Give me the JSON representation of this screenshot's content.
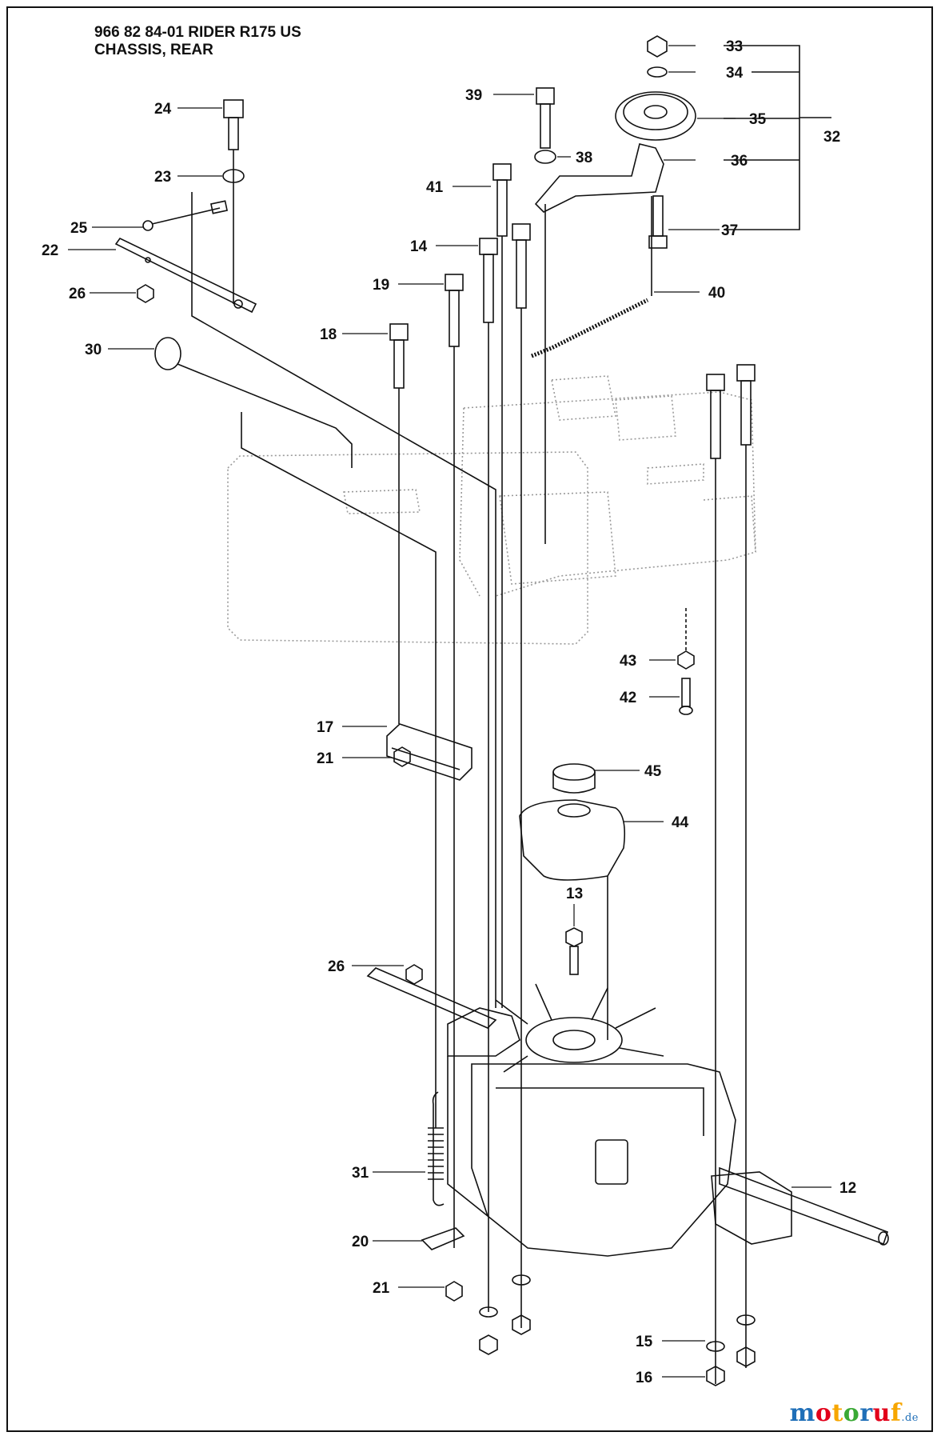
{
  "header": {
    "line1": "966 82 84-01 RIDER R175 US",
    "line2": "CHASSIS, REAR"
  },
  "callouts": [
    "33",
    "34",
    "35",
    "36",
    "37",
    "32",
    "39",
    "38",
    "41",
    "14",
    "19",
    "40",
    "24",
    "23",
    "25",
    "22",
    "26",
    "30",
    "18",
    "43",
    "42",
    "17",
    "21",
    "45",
    "44",
    "13",
    "26",
    "31",
    "20",
    "21",
    "12",
    "15",
    "16"
  ],
  "watermark": {
    "brand_letters": [
      "m",
      "o",
      "t",
      "o",
      "r",
      "u",
      "f"
    ],
    "brand_colors": [
      "#1f6fb8",
      "#e2001a",
      "#f7a600",
      "#3aa935",
      "#1f6fb8",
      "#e2001a",
      "#f7a600"
    ],
    "suffix": ".de"
  },
  "colors": {
    "line": "#111111",
    "ghost": "#9a9a9a"
  }
}
